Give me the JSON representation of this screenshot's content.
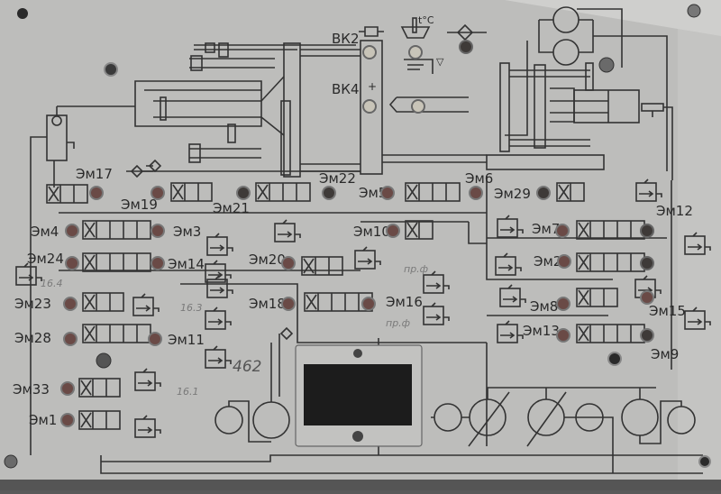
{
  "panel": {
    "title": "Hydraulic trainer schematic panel",
    "background": "#b9b9b7",
    "line_color": "#333333"
  },
  "sensors": {
    "vk2": "ВК2",
    "vk4": "ВК4",
    "temp": "t°C",
    "plus": "+",
    "level": "▽"
  },
  "solenoids": [
    {
      "id": "em17",
      "label": "Эм17"
    },
    {
      "id": "em19",
      "label": "Эм19"
    },
    {
      "id": "em21",
      "label": "Эм21"
    },
    {
      "id": "em22",
      "label": "Эм22"
    },
    {
      "id": "em5",
      "label": "Эм5"
    },
    {
      "id": "em6",
      "label": "Эм6"
    },
    {
      "id": "em29",
      "label": "Эм29"
    },
    {
      "id": "em4",
      "label": "Эм4"
    },
    {
      "id": "em3",
      "label": "Эм3"
    },
    {
      "id": "em10",
      "label": "Эм10"
    },
    {
      "id": "em7",
      "label": "Эм7"
    },
    {
      "id": "em12",
      "label": "Эм12"
    },
    {
      "id": "em24",
      "label": "Эм24"
    },
    {
      "id": "em14",
      "label": "Эм14"
    },
    {
      "id": "em20",
      "label": "Эм20"
    },
    {
      "id": "em2",
      "label": "Эм2"
    },
    {
      "id": "em23",
      "label": "Эм23"
    },
    {
      "id": "em18",
      "label": "Эм18"
    },
    {
      "id": "em16",
      "label": "Эм16"
    },
    {
      "id": "em8",
      "label": "Эм8"
    },
    {
      "id": "em15",
      "label": "Эм15"
    },
    {
      "id": "em28",
      "label": "Эм28"
    },
    {
      "id": "em11",
      "label": "Эм11"
    },
    {
      "id": "em13",
      "label": "Эм13"
    },
    {
      "id": "em9",
      "label": "Эм9"
    },
    {
      "id": "em33",
      "label": "Эм33"
    },
    {
      "id": "em1",
      "label": "Эм1"
    }
  ],
  "annotations": {
    "a1": "462",
    "a2": "16.3",
    "a3": "16.1",
    "a4": "16.4",
    "a5": "пр.ф",
    "a6": "пр.ф"
  },
  "indicator_colors": {
    "off": "#3e3a38",
    "dim_red": "#6a4a46",
    "lit": "#d8d4c8"
  }
}
